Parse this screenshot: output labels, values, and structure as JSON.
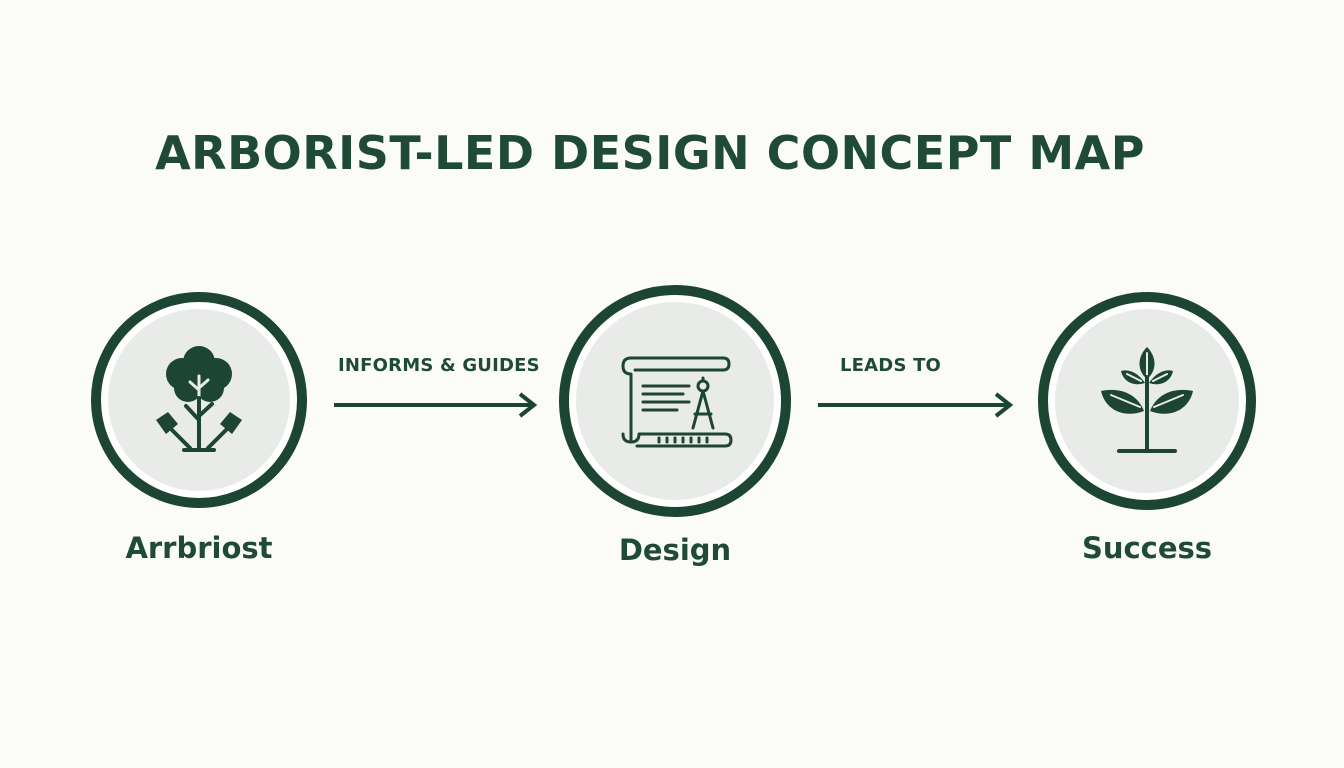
{
  "title": "ARBORIST-LED DESIGN CONCEPT MAP",
  "colors": {
    "primary": "#1d4533",
    "circle_fill": "#e8ebe7",
    "background": "#fbfbfa"
  },
  "nodes": [
    {
      "label": "Arrbriost",
      "icon": "tree-with-axes-icon"
    },
    {
      "label": "Design",
      "icon": "blueprint-compass-icon"
    },
    {
      "label": "Success",
      "icon": "sprout-icon"
    }
  ],
  "edges": [
    {
      "label": "INFORMS & GUIDES"
    },
    {
      "label": "LEADS TO"
    }
  ]
}
